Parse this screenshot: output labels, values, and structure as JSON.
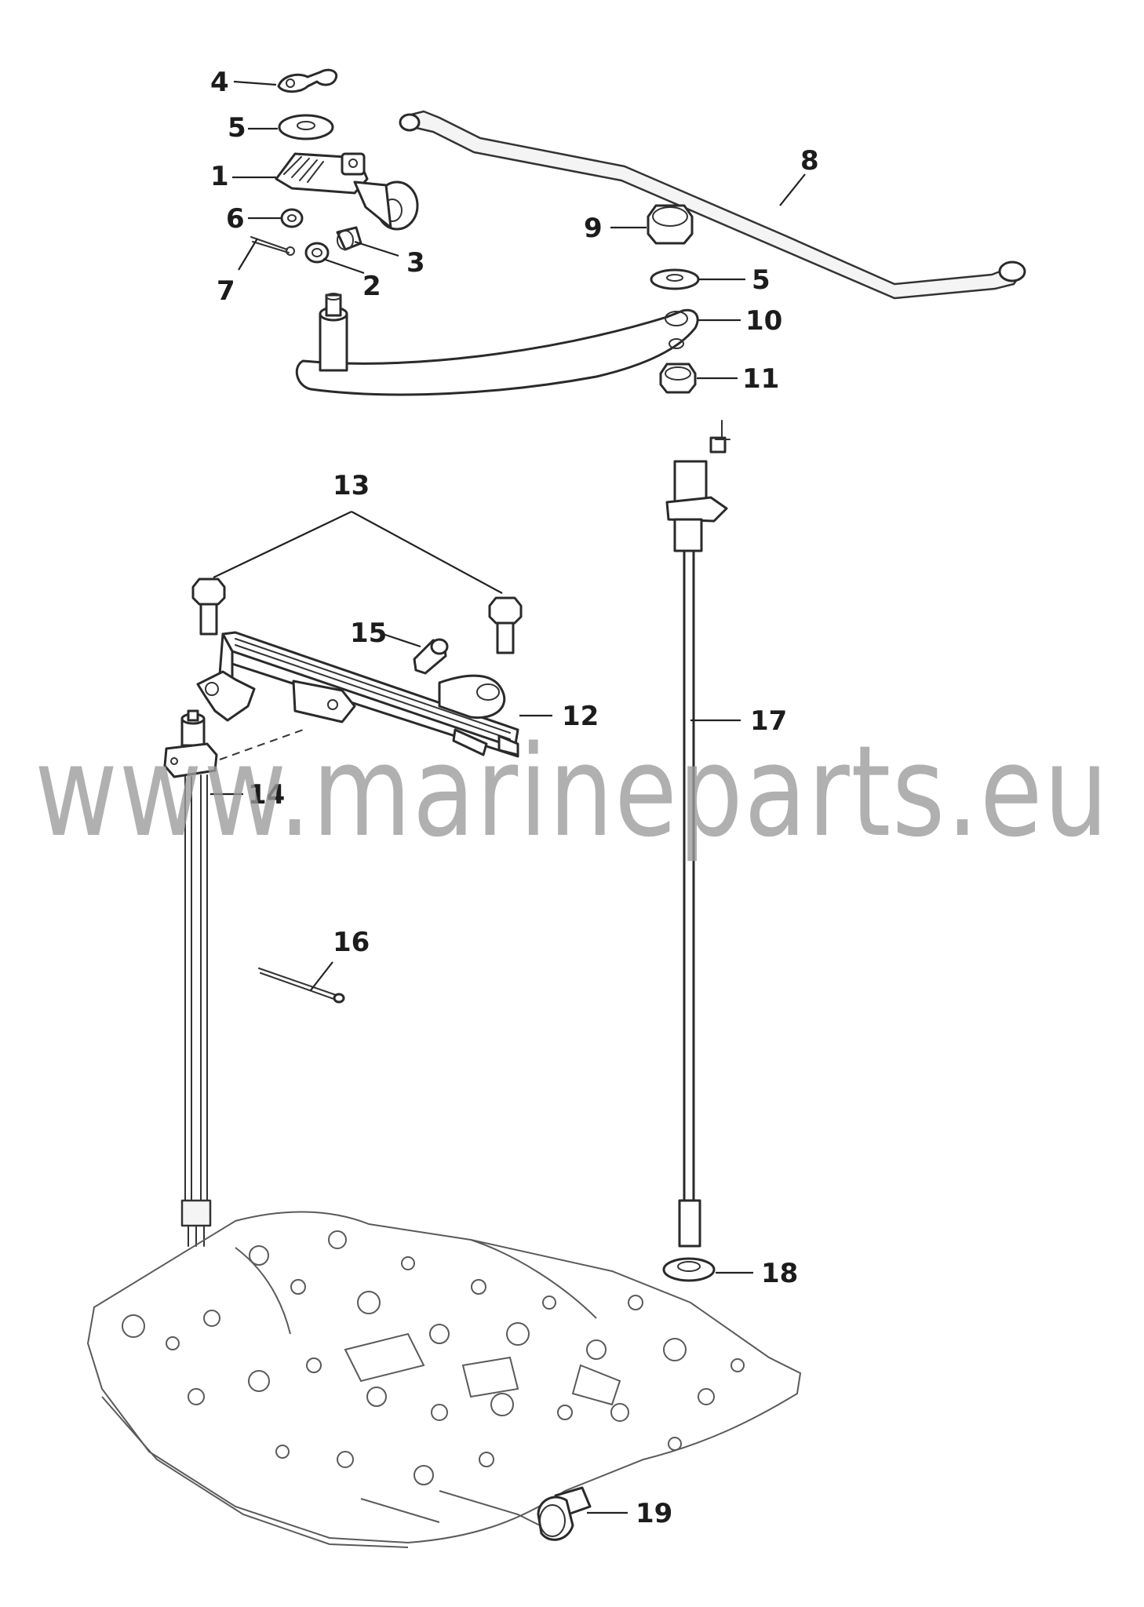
{
  "watermark": "www.marineparts.eu",
  "callouts": [
    {
      "id": "4",
      "text": "4"
    },
    {
      "id": "5a",
      "text": "5"
    },
    {
      "id": "1",
      "text": "1"
    },
    {
      "id": "6",
      "text": "6"
    },
    {
      "id": "3",
      "text": "3"
    },
    {
      "id": "2",
      "text": "2"
    },
    {
      "id": "7",
      "text": "7"
    },
    {
      "id": "8",
      "text": "8"
    },
    {
      "id": "9",
      "text": "9"
    },
    {
      "id": "5b",
      "text": "5"
    },
    {
      "id": "10",
      "text": "10"
    },
    {
      "id": "11",
      "text": "11"
    },
    {
      "id": "13",
      "text": "13"
    },
    {
      "id": "15",
      "text": "15"
    },
    {
      "id": "12",
      "text": "12"
    },
    {
      "id": "17",
      "text": "17"
    },
    {
      "id": "14",
      "text": "14"
    },
    {
      "id": "16",
      "text": "16"
    },
    {
      "id": "18",
      "text": "18"
    },
    {
      "id": "19",
      "text": "19"
    }
  ]
}
